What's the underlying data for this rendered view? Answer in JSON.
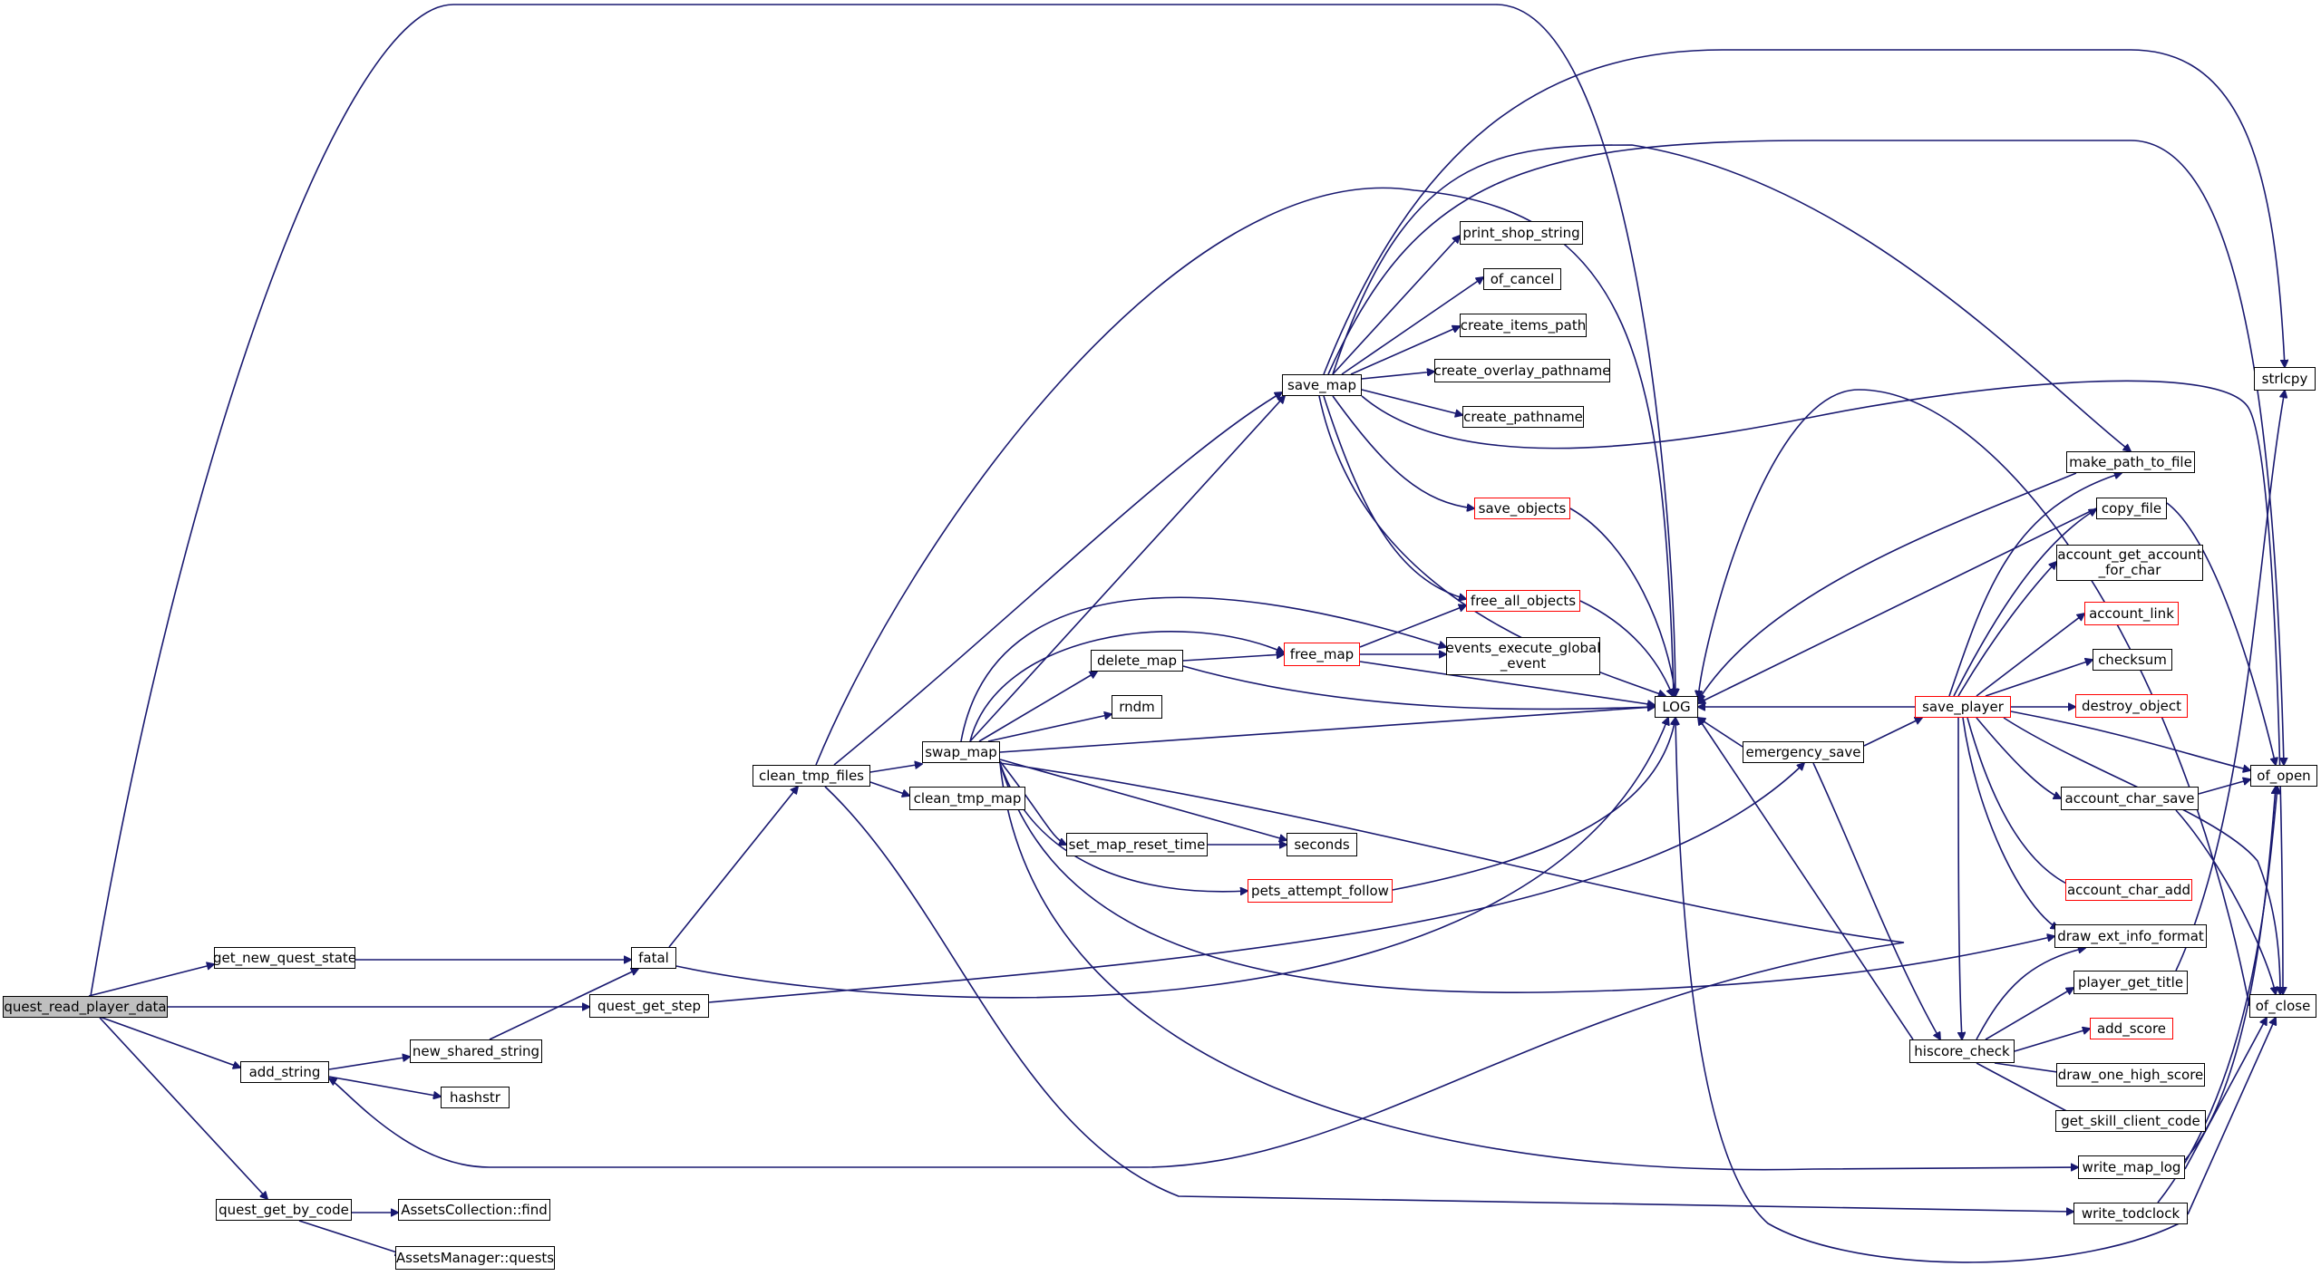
{
  "colors": {
    "edge": "#191970",
    "root_fill": "#bfbfbf",
    "node_border": "#000000",
    "truncated_border": "#ff0000",
    "background": "#ffffff"
  },
  "nodes": {
    "quest_read_player_data": "quest_read_player_data",
    "get_new_quest_state": "get_new_quest_state",
    "add_string": "add_string",
    "quest_get_by_code": "quest_get_by_code",
    "fatal": "fatal",
    "quest_get_step": "quest_get_step",
    "new_shared_string": "new_shared_string",
    "hashstr": "hashstr",
    "assets_collection_find": "AssetsCollection::find",
    "assets_manager_quests": "AssetsManager::quests",
    "clean_tmp_files": "clean_tmp_files",
    "swap_map": "swap_map",
    "clean_tmp_map": "clean_tmp_map",
    "save_map": "save_map",
    "delete_map": "delete_map",
    "rndm": "rndm",
    "set_map_reset_time": "set_map_reset_time",
    "seconds": "seconds",
    "pets_attempt_follow": "pets_attempt_follow",
    "free_map": "free_map",
    "print_shop_string": "print_shop_string",
    "of_cancel": "of_cancel",
    "create_items_path": "create_items_path",
    "create_overlay_pathname": "create_overlay_pathname",
    "create_pathname": "create_pathname",
    "save_objects": "save_objects",
    "free_all_objects": "free_all_objects",
    "events_execute_global_event": "events_execute_global\n_event",
    "log": "LOG",
    "emergency_save": "emergency_save",
    "save_player": "save_player",
    "hiscore_check": "hiscore_check",
    "make_path_to_file": "make_path_to_file",
    "copy_file": "copy_file",
    "account_get_account_for_char": "account_get_account\n_for_char",
    "account_link": "account_link",
    "checksum": "checksum",
    "destroy_object": "destroy_object",
    "account_char_save": "account_char_save",
    "account_char_add": "account_char_add",
    "draw_ext_info_format": "draw_ext_info_format",
    "player_get_title": "player_get_title",
    "add_score": "add_score",
    "draw_one_high_score": "draw_one_high_score",
    "get_skill_client_code": "get_skill_client_code",
    "write_map_log": "write_map_log",
    "write_todclock": "write_todclock",
    "strlcpy": "strlcpy",
    "of_open": "of_open",
    "of_close": "of_close"
  }
}
